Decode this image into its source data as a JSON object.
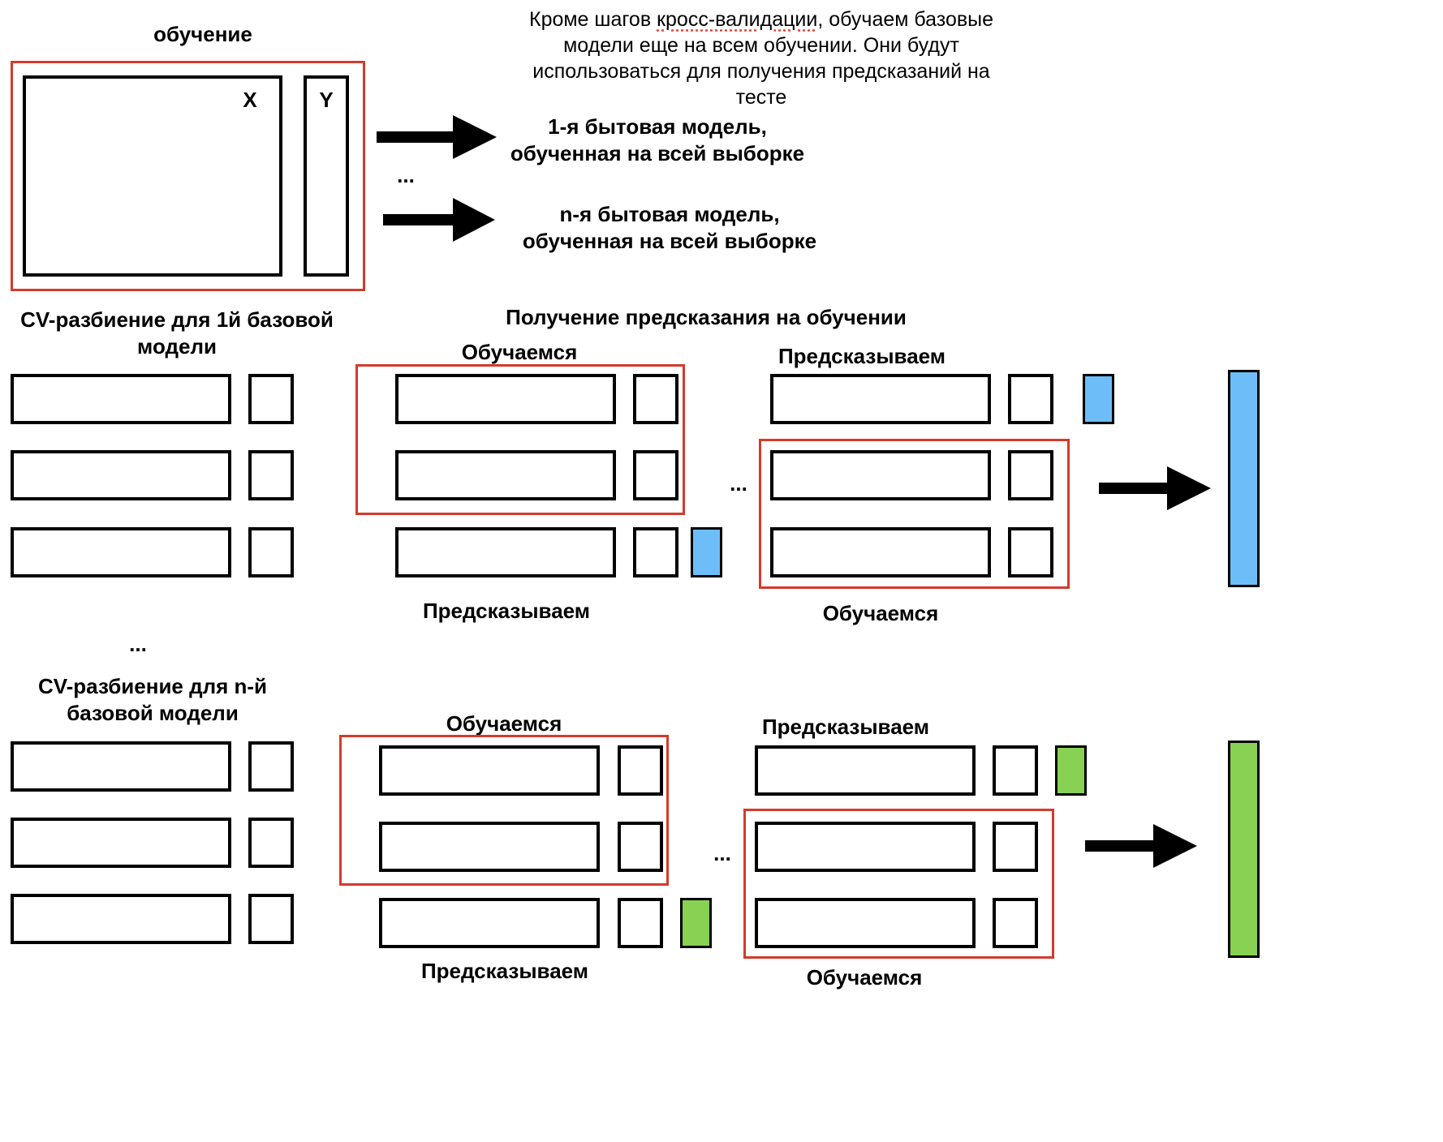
{
  "top": {
    "title": "обучение",
    "x_label": "X",
    "y_label": "Y",
    "note_prefix": "Кроме шагов ",
    "note_flagged_word": "кросс-валидации",
    "note_rest": ", обучаем базовые модели еще на всем обучении. Они будут использоваться для получения предсказаний на тесте",
    "model_first_line1": "1-я бытовая модель,",
    "model_first_line2": "обученная на всей выборке",
    "dots": "...",
    "model_last_line1": "n-я бытовая модель,",
    "model_last_line2": "обученная на всей выборке"
  },
  "section1": {
    "cv_title_line1": "CV-разбиение для 1й базовой",
    "cv_title_line2": "модели",
    "heading": "Получение предсказания на обучении",
    "fold_a_train": "Обучаемся",
    "fold_a_predict": "Предсказываем",
    "dots": "...",
    "fold_b_predict": "Предсказываем",
    "fold_b_train": "Обучаемся",
    "color": "#6dbef8"
  },
  "between_dots": "...",
  "section2": {
    "cv_title_line1": "CV-разбиение для n-й",
    "cv_title_line2": "базовой модели",
    "fold_a_train": "Обучаемся",
    "fold_a_predict": "Предсказываем",
    "dots": "...",
    "fold_b_predict": "Предсказываем",
    "fold_b_train": "Обучаемся",
    "color": "#88d153"
  },
  "colors": {
    "frame": "#d33b2c",
    "line": "#000000"
  }
}
